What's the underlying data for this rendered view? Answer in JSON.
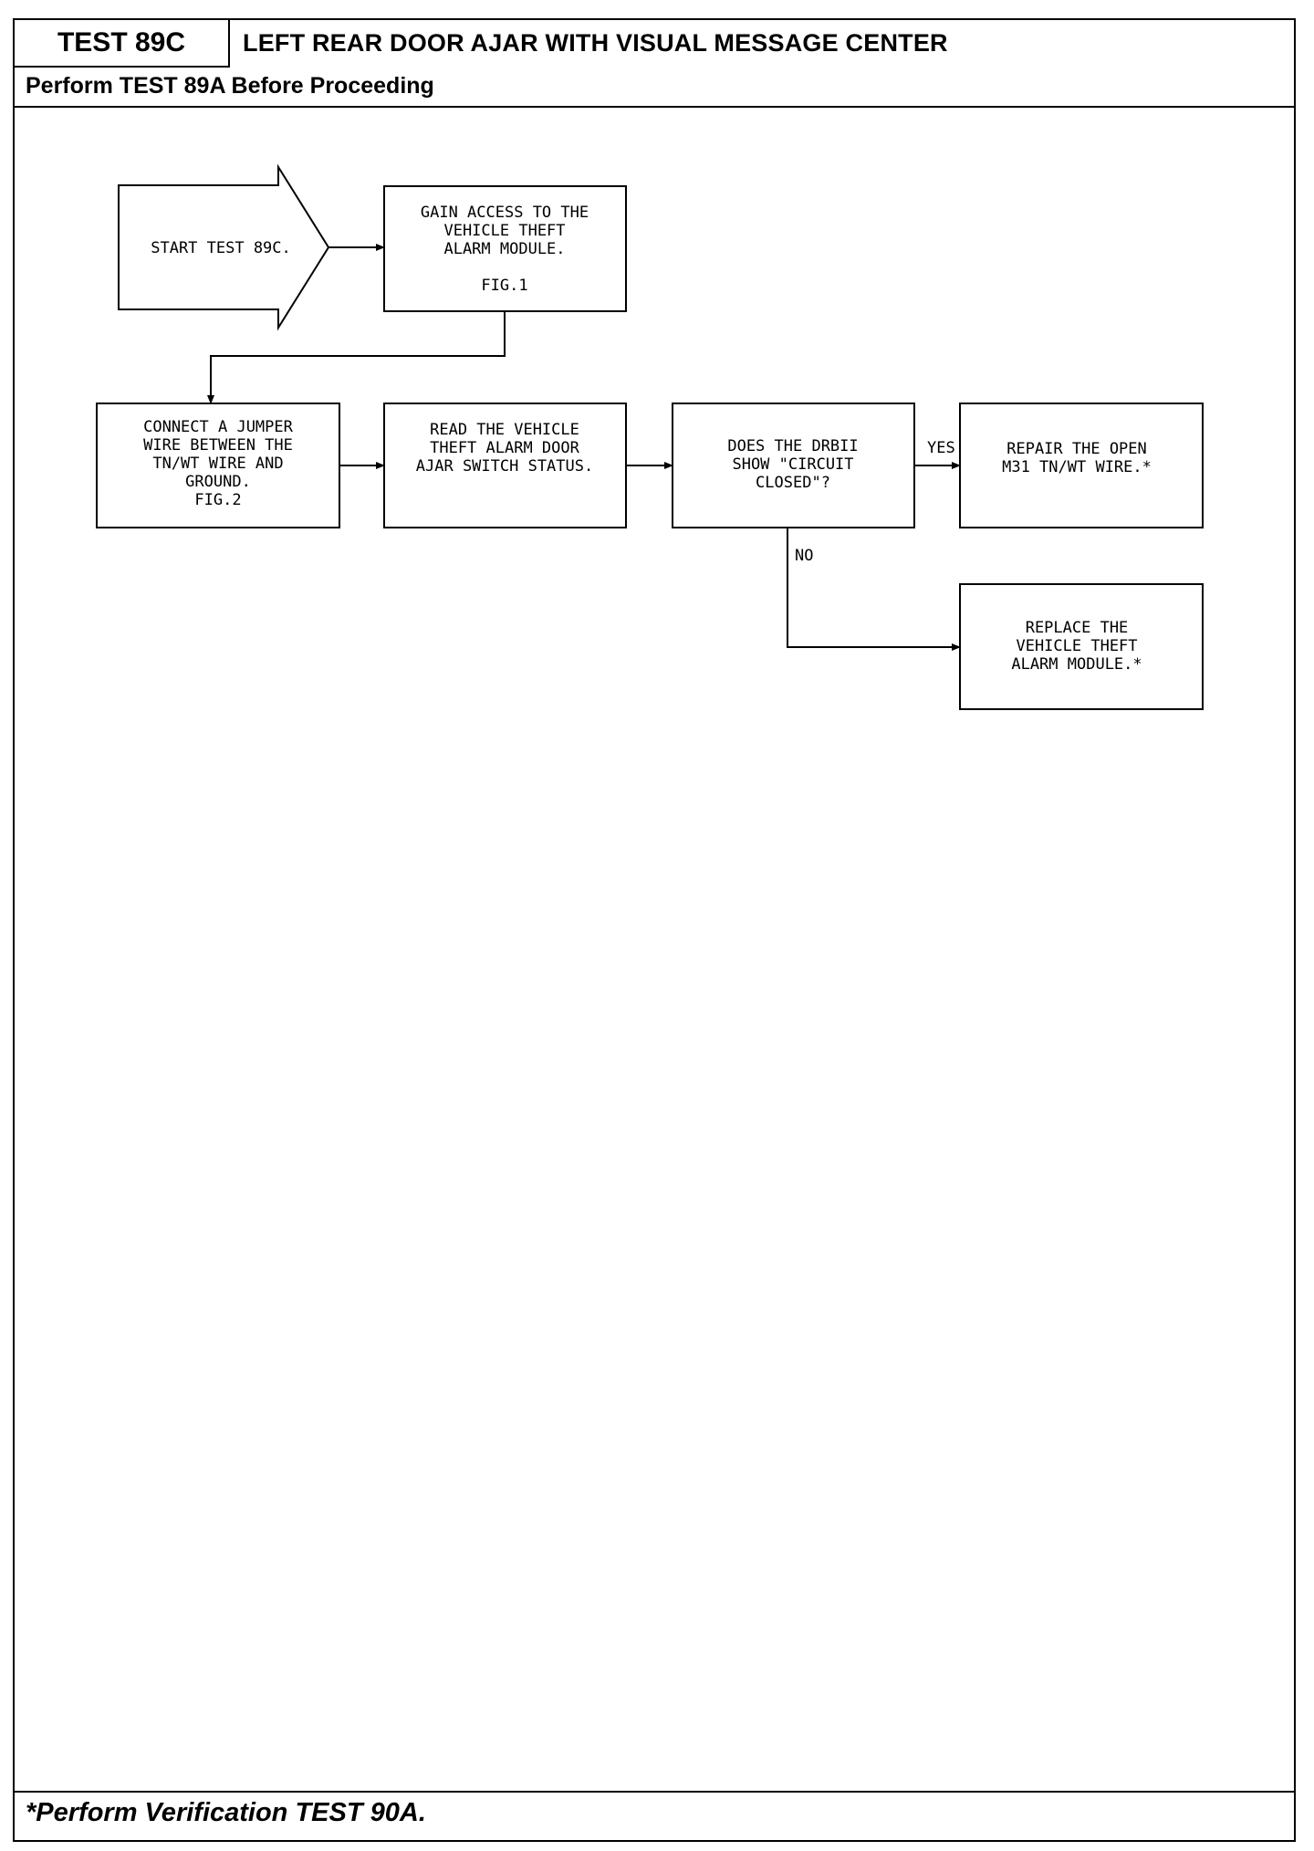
{
  "header": {
    "test_id": "TEST 89C",
    "title": "LEFT REAR DOOR AJAR WITH VISUAL MESSAGE CENTER",
    "prerequisite": "Perform TEST 89A Before Proceeding"
  },
  "flowchart": {
    "start": [
      "START TEST 89C."
    ],
    "access": [
      "GAIN ACCESS TO THE",
      "VEHICLE THEFT",
      "ALARM MODULE.",
      "",
      "FIG.1"
    ],
    "jumper": [
      "CONNECT A JUMPER",
      "WIRE BETWEEN THE",
      "TN/WT WIRE AND",
      "GROUND.",
      "FIG.2"
    ],
    "read_status": [
      "READ THE VEHICLE",
      "THEFT ALARM DOOR",
      "AJAR SWITCH STATUS."
    ],
    "question": [
      "DOES THE DRBII",
      "SHOW \"CIRCUIT",
      "CLOSED\"?"
    ],
    "repair": [
      "REPAIR THE OPEN",
      "M31 TN/WT WIRE.*"
    ],
    "replace": [
      "REPLACE THE",
      "VEHICLE THEFT",
      "ALARM MODULE.*"
    ],
    "yes_label": "YES",
    "no_label": "NO"
  },
  "footer": {
    "note": "*Perform Verification TEST 90A."
  }
}
